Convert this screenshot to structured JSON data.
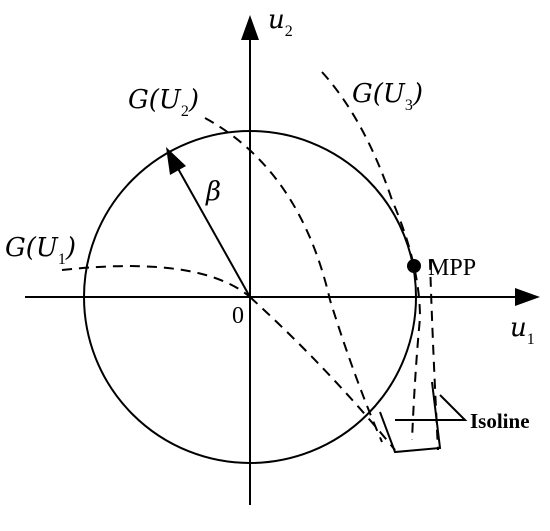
{
  "axes": {
    "u1_label": "u",
    "u1_sub": "1",
    "u2_label": "u",
    "u2_sub": "2",
    "origin_label": "0"
  },
  "reliability_index": {
    "label": "β"
  },
  "limit_states": {
    "g1": {
      "prefix": "G(U",
      "sub": "1",
      "suffix": ")"
    },
    "g2": {
      "prefix": "G(U",
      "sub": "2",
      "suffix": ")"
    },
    "g3": {
      "prefix": "G(U",
      "sub": "3",
      "suffix": ")"
    }
  },
  "annotations": {
    "mpp": "MPP",
    "isoline": "Isoline"
  }
}
